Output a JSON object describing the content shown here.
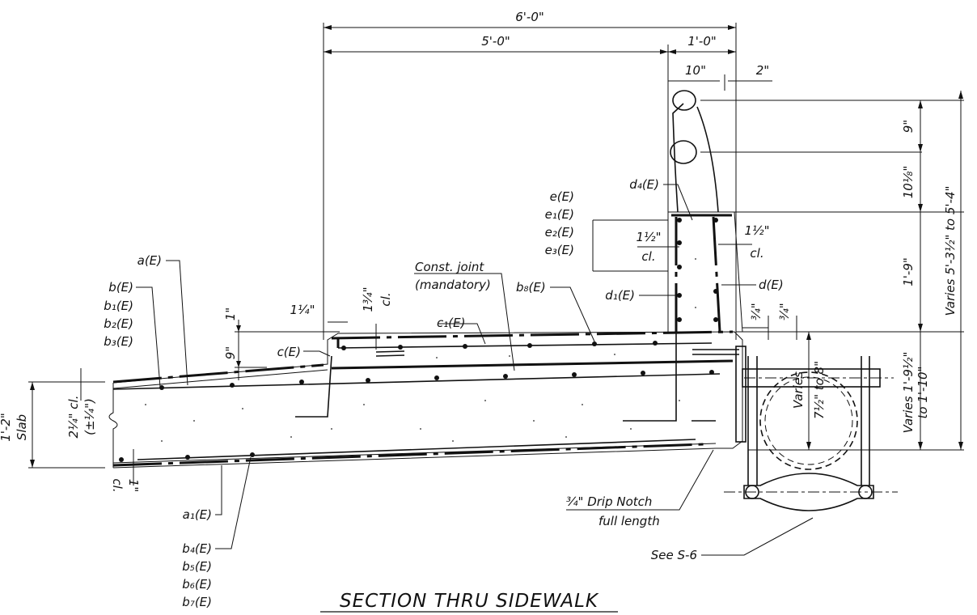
{
  "title": "SECTION THRU SIDEWALK",
  "dimensions": {
    "overall_width": "6'-0\"",
    "walk_width": "5'-0\"",
    "curb_width": "1'-0\"",
    "post_width": "10\"",
    "offset": "2\"",
    "rail_spacing": "9\"",
    "rail_lower": "10⅛\"",
    "curb_height": "1'-9\"",
    "total_height": "Varies 5'-3½\" to 5'-4\"",
    "deck_depth": "Varies 1'-9½\"",
    "deck_depth_2": "to 1'-10\"",
    "bracket": "Varies",
    "bracket_2": "7½\" to 8\"",
    "three_quarter_a": "¾\"",
    "three_quarter_b": "¾\"",
    "one_inch_top": "1\"",
    "nine_inch": "9\"",
    "one_quarter": "1¼\"",
    "one_three_quarter": "1¾\"",
    "one_three_quarter_cl": "cl.",
    "slab": "1'-2\"",
    "slab_label": "Slab",
    "cover": "2¼\" cl.",
    "cover_tol": "(±¼\")",
    "one_inch_cl": "1\"",
    "one_inch_cl_2": "cl.",
    "clear_left": "1½\"",
    "clear_left_2": "cl.",
    "clear_right": "1½\"",
    "clear_right_2": "cl."
  },
  "labels": {
    "a": "a(E)",
    "b": "b(E)",
    "b1": "b₁(E)",
    "b2": "b₂(E)",
    "b3": "b₃(E)",
    "c": "c(E)",
    "c1": "c₁(E)",
    "b8": "b₈(E)",
    "const_joint": "Const. joint",
    "mandatory": "(mandatory)",
    "e": "e(E)",
    "e1": "e₁(E)",
    "e2": "e₂(E)",
    "e3": "e₃(E)",
    "d4": "d₄(E)",
    "d1": "d₁(E)",
    "d": "d(E)",
    "a1": "a₁(E)",
    "b4": "b₄(E)",
    "b5": "b₅(E)",
    "b6": "b₆(E)",
    "b7": "b₇(E)",
    "drip": "¾\" Drip Notch",
    "drip_2": "full length",
    "see": "See S-6"
  }
}
